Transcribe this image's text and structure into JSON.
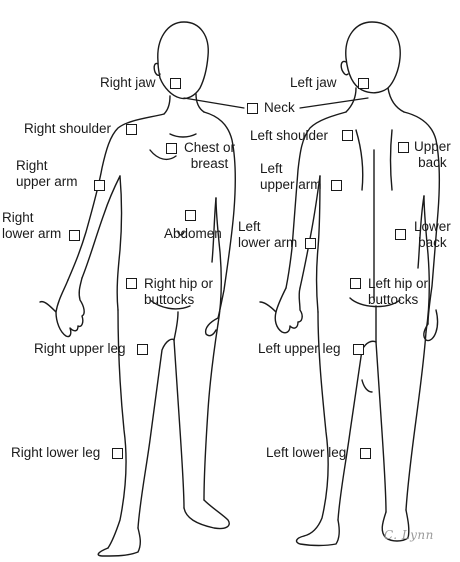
{
  "labels": {
    "right_jaw": "Right jaw",
    "left_jaw": "Left jaw",
    "neck": "Neck",
    "right_shoulder": "Right shoulder",
    "left_shoulder": "Left shoulder",
    "chest_line1": "Chest or",
    "chest_line2": "breast",
    "upper_back_line1": "Upper",
    "upper_back_line2": "back",
    "right_upper_arm_line1": "Right",
    "right_upper_arm_line2": "upper arm",
    "left_upper_arm_line1": "Left",
    "left_upper_arm_line2": "upper arm",
    "right_lower_arm_line1": "Right",
    "right_lower_arm_line2": "lower arm",
    "left_lower_arm_line1": "Left",
    "left_lower_arm_line2": "lower arm",
    "abdomen": "Abdomen",
    "lower_back_line1": "Lower",
    "lower_back_line2": "back",
    "right_hip_line1": "Right hip or",
    "right_hip_line2": "buttocks",
    "left_hip_line1": "Left hip or",
    "left_hip_line2": "buttocks",
    "right_upper_leg": "Right upper leg",
    "left_upper_leg": "Left upper leg",
    "right_lower_leg": "Right lower leg",
    "left_lower_leg": "Left lower leg"
  },
  "signature": "C. Lynn",
  "colors": {
    "outline": "#1a1a1a",
    "signature": "#9a9a9a",
    "background": "#ffffff"
  }
}
